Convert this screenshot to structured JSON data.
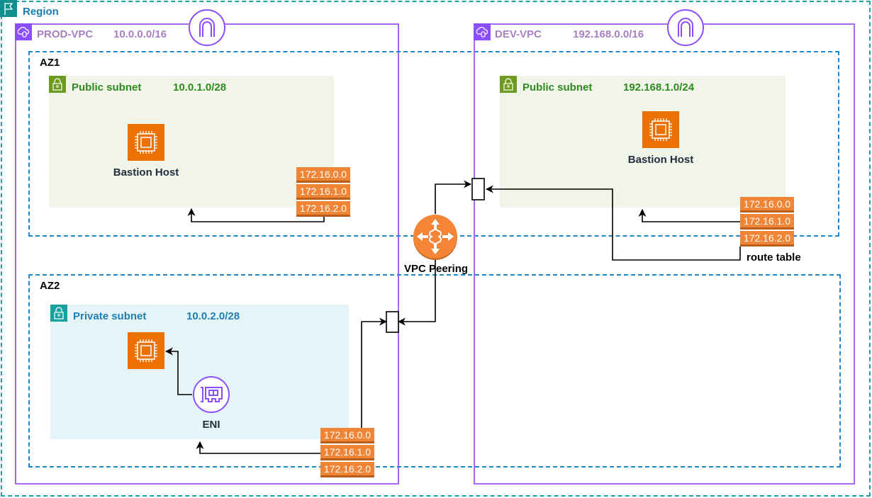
{
  "region": {
    "label": "Region",
    "icon": "region-flag-icon",
    "color": "#1aa3a3"
  },
  "prod_vpc": {
    "name": "PROD-VPC",
    "cidr": "10.0.0.0/16",
    "icon": "vpc-cloud-icon",
    "gateway_icon": "internet-gateway-icon",
    "az1": {
      "label": "AZ1",
      "subnet": {
        "type": "Public subnet",
        "cidr": "10.0.1.0/28",
        "host": {
          "label": "Bastion Host",
          "icon": "ec2-instance-icon"
        },
        "route_table": [
          "172.16.0.0",
          "172.16.1.0",
          "172.16.2.0"
        ]
      }
    },
    "az2": {
      "label": "AZ2",
      "subnet": {
        "type": "Private subnet",
        "cidr": "10.0.2.0/28",
        "host": {
          "label": "",
          "icon": "ec2-instance-icon"
        },
        "eni": {
          "label": "ENI",
          "icon": "network-interface-icon"
        },
        "route_table": [
          "172.16.0.0",
          "172.16.1.0",
          "172.16.2.0"
        ]
      }
    }
  },
  "dev_vpc": {
    "name": "DEV-VPC",
    "cidr": "192.168.0.0/16",
    "icon": "vpc-cloud-icon",
    "gateway_icon": "internet-gateway-icon",
    "subnet": {
      "type": "Public subnet",
      "cidr": "192.168.1.0/24",
      "host": {
        "label": "Bastion Host",
        "icon": "ec2-instance-icon"
      },
      "route_table": [
        "172.16.0.0",
        "172.16.1.0",
        "172.16.2.0"
      ],
      "route_table_label": "route table"
    }
  },
  "peering": {
    "label": "VPC Peering",
    "icon": "vpc-peering-router-icon",
    "color": "#f58536"
  },
  "colors": {
    "vpc_border": "#a56cf2",
    "az_border": "#1f87c9",
    "public_subnet_bg": "#f1f4e8",
    "private_subnet_bg": "#e5f4f6",
    "ec2": "#ed7100",
    "route_entry": "#f08536"
  }
}
